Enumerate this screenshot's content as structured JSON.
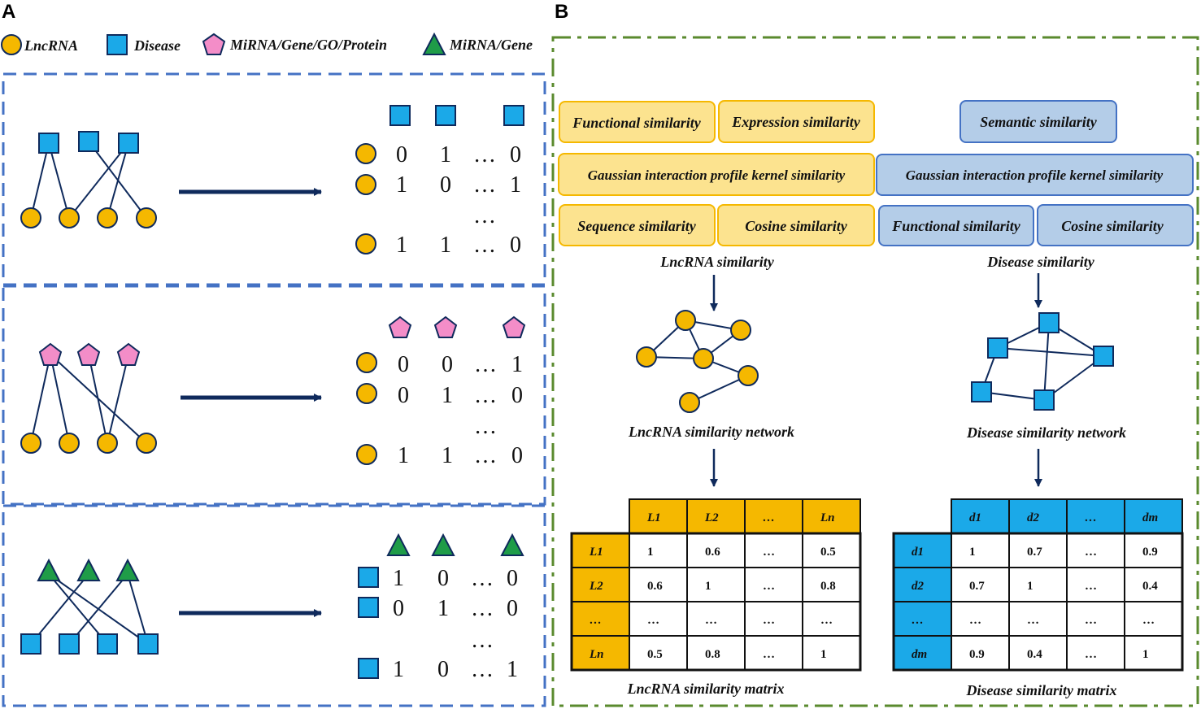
{
  "panel_labels": {
    "a": "A",
    "b": "B"
  },
  "legend": {
    "lncrna": "LncRNA",
    "disease": "Disease",
    "mirna_gene_go_protein": "MiRNA/Gene/GO/Protein",
    "mirna_gene": "MiRNA/Gene"
  },
  "colors": {
    "lncrna": "#F5B800",
    "disease": "#1BA9E8",
    "pink": "#F38DC8",
    "green": "#1F9C48",
    "navy": "#0F2A5C",
    "blue_dash": "#4472C4",
    "green_dash": "#5A8A2E",
    "yellow_box": "#FCE38F",
    "blue_box": "#B4CDE8"
  },
  "matrices_a": [
    {
      "rows": [
        [
          "0",
          "1",
          "…",
          "0"
        ],
        [
          "1",
          "0",
          "…",
          "1"
        ],
        [
          "",
          "",
          "…",
          ""
        ],
        [
          "1",
          "1",
          "…",
          "0"
        ]
      ]
    },
    {
      "rows": [
        [
          "0",
          "0",
          "…",
          "1"
        ],
        [
          "0",
          "1",
          "…",
          "0"
        ],
        [
          "",
          "",
          "…",
          ""
        ],
        [
          "1",
          "1",
          "…",
          "0"
        ]
      ]
    },
    {
      "rows": [
        [
          "1",
          "0",
          "…",
          "0"
        ],
        [
          "0",
          "1",
          "…",
          "0"
        ],
        [
          "",
          "",
          "…",
          ""
        ],
        [
          "1",
          "0",
          "…",
          "1"
        ]
      ]
    }
  ],
  "lnc_boxes": {
    "functional": "Functional similarity",
    "expression": "Expression similarity",
    "gaussian": "Gaussian interaction profile kernel similarity",
    "sequence": "Sequence similarity",
    "cosine": "Cosine similarity"
  },
  "dis_boxes": {
    "semantic": "Semantic similarity",
    "gaussian": "Gaussian interaction profile kernel similarity",
    "functional": "Functional similarity",
    "cosine": "Cosine similarity"
  },
  "captions": {
    "lnc_similarity": "LncRNA similarity",
    "dis_similarity": "Disease similarity",
    "lnc_network": "LncRNA similarity network",
    "dis_network": "Disease similarity network",
    "lnc_matrix": "LncRNA similarity matrix",
    "dis_matrix": "Disease similarity matrix"
  },
  "lnc_matrix": {
    "col_headers": [
      "L1",
      "L2",
      "…",
      "Ln"
    ],
    "row_headers": [
      "L1",
      "L2",
      "…",
      "Ln"
    ],
    "cells": [
      [
        "1",
        "0.6",
        "…",
        "0.5"
      ],
      [
        "0.6",
        "1",
        "…",
        "0.8"
      ],
      [
        "…",
        "…",
        "…",
        "…"
      ],
      [
        "0.5",
        "0.8",
        "…",
        "1"
      ]
    ]
  },
  "dis_matrix": {
    "col_headers": [
      "d1",
      "d2",
      "…",
      "dm"
    ],
    "row_headers": [
      "d1",
      "d2",
      "…",
      "dm"
    ],
    "cells": [
      [
        "1",
        "0.7",
        "…",
        "0.9"
      ],
      [
        "0.7",
        "1",
        "…",
        "0.4"
      ],
      [
        "…",
        "…",
        "…",
        "…"
      ],
      [
        "0.9",
        "0.4",
        "…",
        "1"
      ]
    ]
  }
}
